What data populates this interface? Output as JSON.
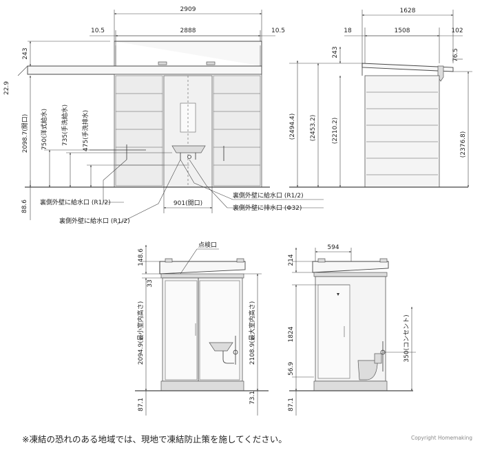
{
  "top_front": {
    "dims": {
      "overall_width": "2909",
      "inner_width": "2888",
      "eave_left": "10.5",
      "eave_right": "10.5",
      "roof_height": "243",
      "roof_edge": "22.9",
      "door_height": "2098.7(開口)",
      "base_height": "88.6",
      "door_width": "901(開口)",
      "toilet_supply": "750(洋式給水)",
      "hand_supply": "735(手洗給水)",
      "hand_drain": "475(手洗排水)"
    },
    "callouts": {
      "rear_supply_right": "裏側外壁に給水口 (R1/2)",
      "rear_drain_right": "裏側外壁に排水口 (Φ32)",
      "rear_supply_left": "裏側外壁に給水口 (R1/2)",
      "rear_supply_bottom": "裏側外壁に給水口 (R1/2)"
    }
  },
  "top_side": {
    "dims": {
      "overall_width": "1628",
      "left_eave": "18",
      "body_width": "1508",
      "right_eave": "102",
      "roof_height": "243",
      "top_edge": "76.5",
      "height_1": "(2494.4)",
      "height_2": "(2453.2)",
      "height_3": "(2210.2)",
      "height_4": "(2376.8)"
    }
  },
  "bottom_left": {
    "labels": {
      "inspection": "点検口"
    },
    "dims": {
      "roof_height": "148.6",
      "gap": "33",
      "min_height": "2094.9(最小室内高さ)",
      "max_height": "2108.9(最大室内高さ)",
      "base_left": "87.1",
      "base_right": "73.1"
    }
  },
  "bottom_right": {
    "dims": {
      "width": "594",
      "roof_height": "214",
      "door_height": "1824",
      "outlet": "350(コンセント)",
      "small": "56.9",
      "base": "87.1"
    }
  },
  "footer": {
    "note": "※凍結の恐れのある地域では、現地で凍結防止策を施してください。",
    "copyright": "Copyright Homemaking"
  }
}
